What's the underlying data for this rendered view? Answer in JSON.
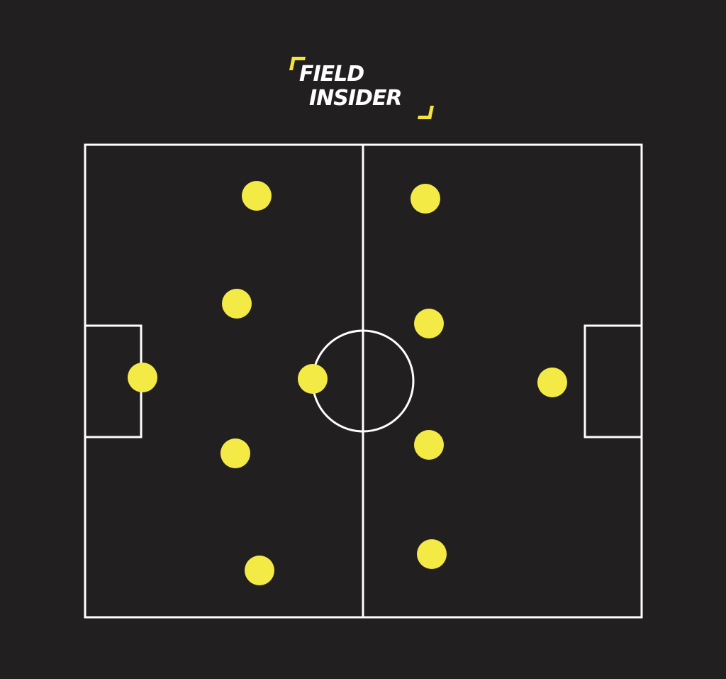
{
  "logo": {
    "line1": "FIELD",
    "line2": "INSIDER",
    "accent_color": "#f4e53b",
    "text_color": "#ffffff"
  },
  "colors": {
    "background": "#221f20",
    "pitch_lines": "#ffffff",
    "player_marker": "#f4ea46"
  },
  "players": [
    {
      "side": "left",
      "role": "goalkeeper"
    },
    {
      "side": "left",
      "role": "defender"
    },
    {
      "side": "left",
      "role": "defender"
    },
    {
      "side": "left",
      "role": "midfielder"
    },
    {
      "side": "left",
      "role": "midfielder"
    },
    {
      "side": "left",
      "role": "forward"
    },
    {
      "side": "right",
      "role": "midfielder"
    },
    {
      "side": "right",
      "role": "midfielder"
    },
    {
      "side": "right",
      "role": "midfielder"
    },
    {
      "side": "right",
      "role": "midfielder"
    },
    {
      "side": "right",
      "role": "goalkeeper"
    }
  ]
}
